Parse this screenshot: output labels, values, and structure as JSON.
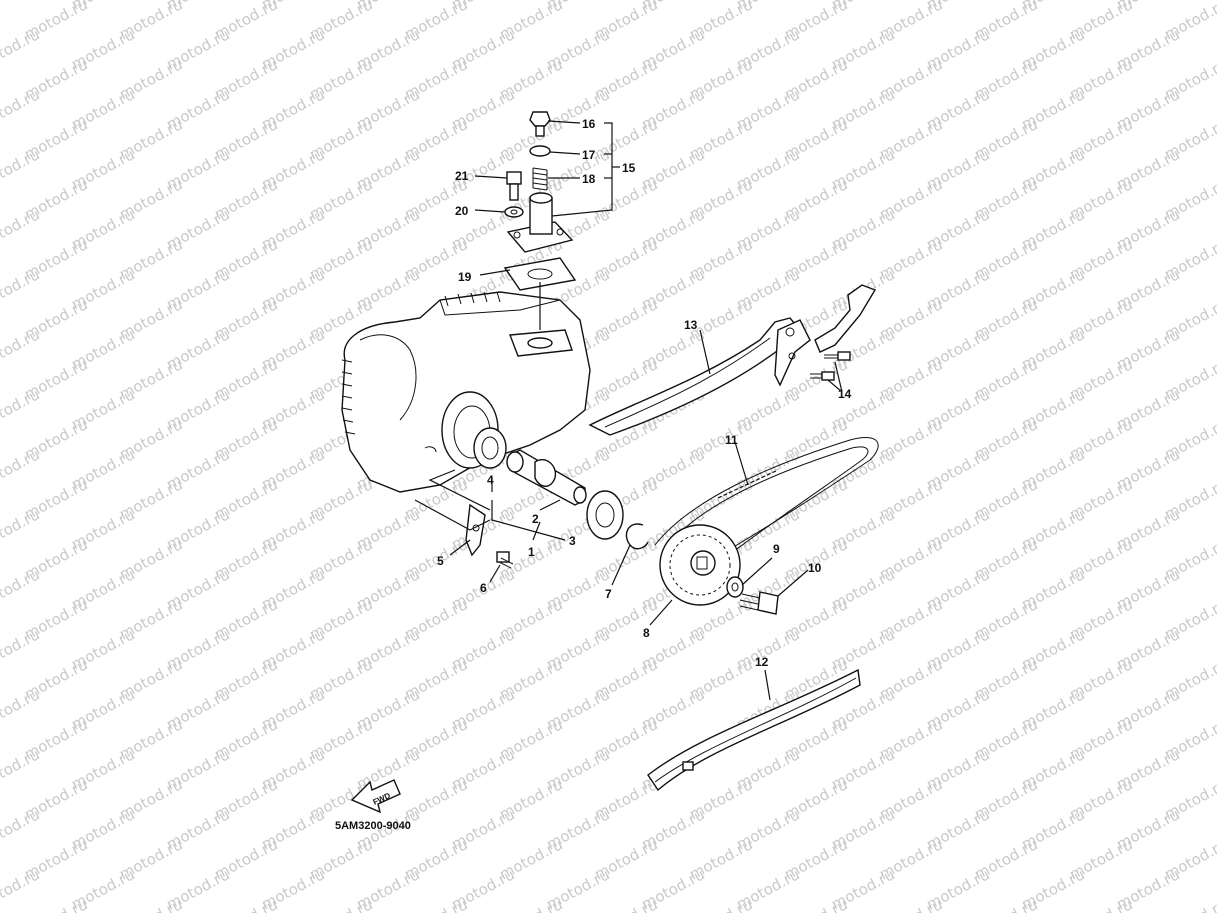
{
  "watermark": "motod.ru",
  "document_code": "5AM3200-9040",
  "fwd_label": "FWD",
  "callouts": [
    {
      "id": "1",
      "label": "1"
    },
    {
      "id": "2",
      "label": "2"
    },
    {
      "id": "3",
      "label": "3"
    },
    {
      "id": "4",
      "label": "4"
    },
    {
      "id": "5",
      "label": "5"
    },
    {
      "id": "6",
      "label": "6"
    },
    {
      "id": "7",
      "label": "7"
    },
    {
      "id": "8",
      "label": "8"
    },
    {
      "id": "9",
      "label": "9"
    },
    {
      "id": "10",
      "label": "10"
    },
    {
      "id": "11",
      "label": "11"
    },
    {
      "id": "12",
      "label": "12"
    },
    {
      "id": "13",
      "label": "13"
    },
    {
      "id": "14",
      "label": "14"
    },
    {
      "id": "15",
      "label": "15"
    },
    {
      "id": "16",
      "label": "16"
    },
    {
      "id": "17",
      "label": "17"
    },
    {
      "id": "18",
      "label": "18"
    },
    {
      "id": "19",
      "label": "19"
    },
    {
      "id": "20",
      "label": "20"
    },
    {
      "id": "21",
      "label": "21"
    }
  ]
}
